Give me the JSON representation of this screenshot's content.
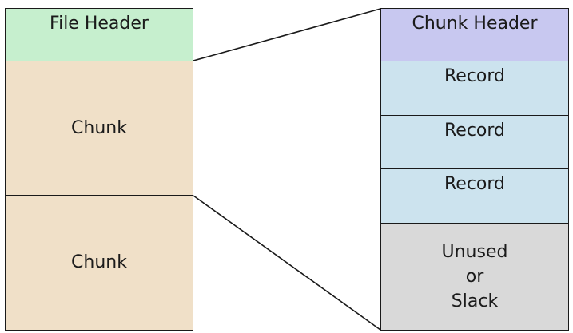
{
  "file_layout": {
    "file_header": "File Header",
    "chunks": [
      "Chunk",
      "Chunk"
    ]
  },
  "chunk_layout": {
    "chunk_header": "Chunk Header",
    "records": [
      "Record",
      "Record",
      "Record"
    ],
    "slack_lines": [
      "Unused",
      "or",
      "Slack"
    ]
  },
  "colors": {
    "file_header": "#c6efce",
    "chunk": "#f0e0c8",
    "chunk_header": "#c8c8f0",
    "record": "#cce3ee",
    "slack": "#d9d9d9",
    "outline": "#1a1a1a"
  }
}
